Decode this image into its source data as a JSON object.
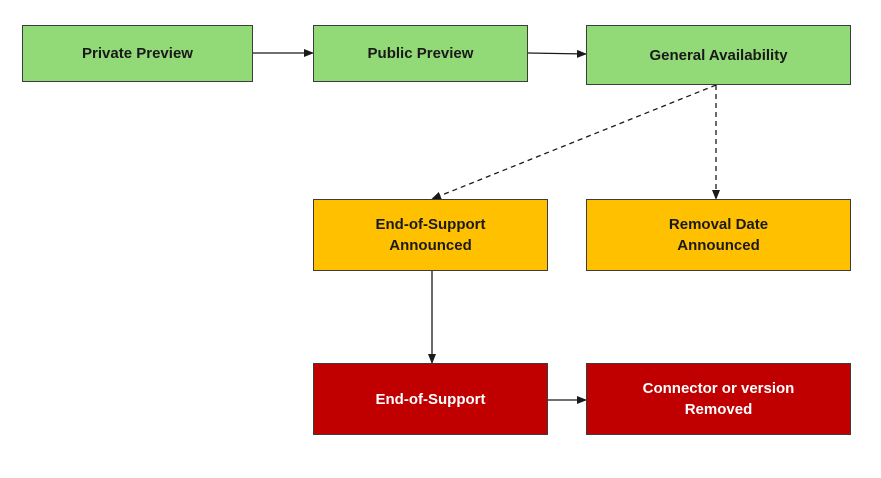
{
  "colors": {
    "stage_green": "#92d977",
    "stage_amber": "#ffc000",
    "stage_red": "#c00000",
    "text_dark": "#1a1a1a",
    "text_light": "#ffffff",
    "border": "#3c3c3c",
    "connector": "#1a1a1a"
  },
  "nodes": {
    "private_preview": "Private Preview",
    "public_preview": "Public Preview",
    "general_availability": "General Availability",
    "eos_announced": "End-of-Support\nAnnounced",
    "removal_announced": "Removal Date\nAnnounced",
    "end_of_support": "End-of-Support",
    "removed": "Connector or version\nRemoved"
  },
  "connections": [
    {
      "from": "private_preview",
      "to": "public_preview",
      "style": "solid"
    },
    {
      "from": "public_preview",
      "to": "general_availability",
      "style": "solid"
    },
    {
      "from": "general_availability",
      "to": "eos_announced",
      "style": "dashed"
    },
    {
      "from": "general_availability",
      "to": "removal_announced",
      "style": "dashed"
    },
    {
      "from": "eos_announced",
      "to": "end_of_support",
      "style": "solid"
    },
    {
      "from": "end_of_support",
      "to": "removed",
      "style": "solid"
    }
  ]
}
